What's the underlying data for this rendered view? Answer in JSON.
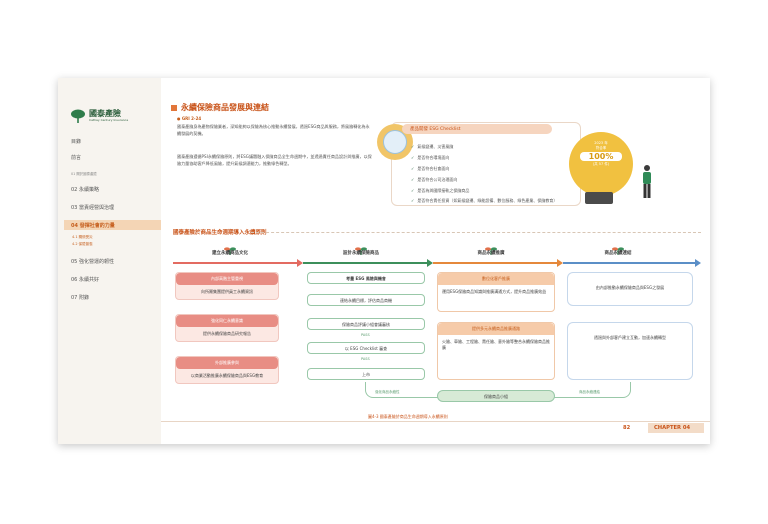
{
  "sidebar": {
    "brand_name": "國泰產險",
    "brand_sub": "Cathay Century Insurance",
    "items": [
      {
        "label": "目錄"
      },
      {
        "label": "前言"
      },
      {
        "label": "01 關於國泰產險"
      },
      {
        "label": "02 永續策略"
      },
      {
        "label": "03 當責經營與治理"
      },
      {
        "label": "04 發揮社會的力量"
      },
      {
        "label": "4.1 關懷受災"
      },
      {
        "label": "4.2 保險普惠"
      },
      {
        "label": "05 強化營運的韌性"
      },
      {
        "label": "06 永續共好"
      },
      {
        "label": "07 附錄"
      }
    ]
  },
  "main": {
    "heading": "永續保險商品發展與連結",
    "gri": "● GRI 2-24",
    "para1": "國泰產險身為產物保險業者，深知能夠以保險為核心推動永續發展，透過ESG商品與服務，將風險轉化為永續發展的契機。",
    "para2": "國泰產險遵循PSI永續保險原則，將ESG議題融入保險商品全生命週期中，並透過責任商品設計與推廣，以保險力量協助客戶降低風險，提升氣候調適能力，推動綠色轉型。",
    "checklist_title": "產品開發 ESG Checklist",
    "checklist": [
      "氣候變遷、災害風險",
      "是否符合環境面向",
      "是否符合社會面向",
      "是否符合公司治理面向",
      "是否為與國際接軌之保險商品",
      "是否符合責任投資（如氣候變遷、綠能設備、數位服務、綠色產業、保險教育）"
    ],
    "stat": {
      "year": "2023 年",
      "label": "符合率",
      "value": "100%",
      "note": "(共 57 件)"
    },
    "section2_title": "國泰產險於商品生命週期導入永續原則",
    "phases": [
      "建立永續商品文化",
      "設計永續保險商品",
      "商品永續推廣",
      "商品永續連結"
    ],
    "stage1": [
      {
        "title": "內部高階主管重視",
        "body": "向所屬集團提供員工永續資訊"
      },
      {
        "title": "強化同仁永續意識",
        "body": "提供永續保險商品研究報告"
      },
      {
        "title": "外部推廣參與",
        "body": "以商業活動推廣永續保險商品與ESG教育"
      }
    ],
    "stage2": [
      {
        "title": "考量 ESG 風險與機會"
      },
      {
        "title": "連結永續目標，評估商品商機"
      },
      {
        "title": "保險商品評議小組會議審核"
      },
      {
        "title": "以 ESG Checklist 審查"
      },
      {
        "title": "上市"
      }
    ],
    "stage2_arrows": [
      "PASS",
      "PASS",
      "PASS"
    ],
    "stage3": [
      {
        "title": "數位化客戶推廣",
        "body": "運用ESG保險商品知識與推廣溝通方式，提升商品推廣效益"
      },
      {
        "title": "提供多元永續商品推廣通路",
        "body": "火險、車險、工程險、責任險、意外險等整合永續保險商品推廣"
      }
    ],
    "stage4": [
      {
        "body": "由內部推動永續保險商品與ESG之發展"
      },
      {
        "body": "透過與外部客戶建立互動，加速永續轉型"
      }
    ],
    "loop_label": "保險商品小組",
    "loop_left": "強化商品永續性",
    "loop_right": "商品永續連結",
    "caption": "圖4-3 國泰產險於商品生命週期導入永續原則",
    "page_number": "82",
    "chapter": "CHAPTER 04"
  },
  "colors": {
    "accent": "#c9541a",
    "green": "#3c8f5b",
    "pink": "#e88d84",
    "blue": "#5b8fc7"
  }
}
